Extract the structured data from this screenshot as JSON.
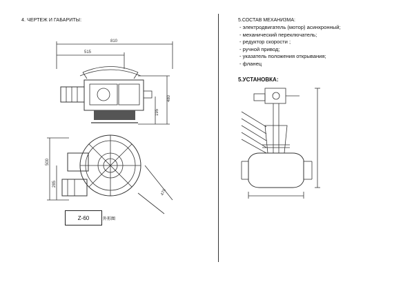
{
  "section4": {
    "heading": "4. ЧЕРТЕЖ  И  ГАБАРИТЫ:",
    "model_label": "Z-60",
    "caption": "外形图",
    "dimensions": {
      "total_width": "810",
      "partial_width": "515",
      "height": "480",
      "mid_height": "195",
      "side_height": "500",
      "lower_height": "285",
      "diagonal": "470"
    }
  },
  "section5": {
    "heading": "5.СОСТАВ МЕХАНИЗМА:",
    "items": [
      "- электродвигатель (мотор)  асинхронный;",
      "-  механический переключатель;",
      "-  редуктор скорости ;",
      "-  ручной привод;",
      "- указатель  положения открывания;",
      "-  фланец"
    ]
  },
  "section6": {
    "heading": "5.УСТАНОВКА:"
  }
}
